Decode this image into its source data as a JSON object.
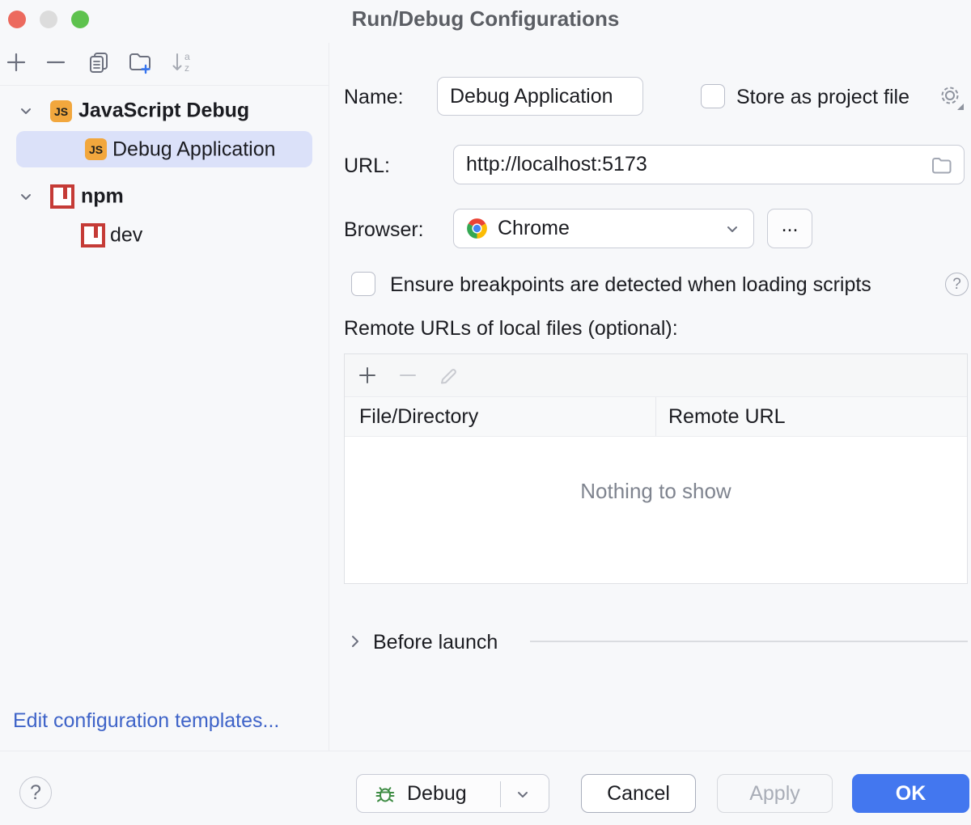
{
  "window": {
    "title": "Run/Debug Configurations"
  },
  "sidebar": {
    "tree": [
      {
        "label": "JavaScript Debug"
      },
      {
        "label": "Debug Application"
      },
      {
        "label": "npm"
      },
      {
        "label": "dev"
      }
    ],
    "edit_templates_link": "Edit configuration templates..."
  },
  "icons": {
    "js_badge": "JS",
    "sort_a": "a",
    "sort_z": "z",
    "help_mark": "?"
  },
  "form": {
    "name_label": "Name:",
    "name_value": "Debug Application",
    "store_checkbox_label": "Store as project file",
    "url_label": "URL:",
    "url_value": "http://localhost:5173",
    "browser_label": "Browser:",
    "browser_value": "Chrome",
    "more_button": "...",
    "breakpoints_checkbox_label": "Ensure breakpoints are detected when loading scripts",
    "remote_urls_label": "Remote URLs of local files (optional):",
    "table": {
      "columns": [
        "File/Directory",
        "Remote URL"
      ],
      "empty_text": "Nothing to show"
    },
    "before_launch_label": "Before launch"
  },
  "footer": {
    "debug_button": "Debug",
    "cancel_button": "Cancel",
    "apply_button": "Apply",
    "ok_button": "OK"
  },
  "colors": {
    "accent": "#4377EF",
    "selection": "#DBE1F9",
    "js_badge_bg": "#F2A73D",
    "npm_red": "#C53B36",
    "link": "#3E63C8",
    "bug_green": "#3E8C44"
  }
}
